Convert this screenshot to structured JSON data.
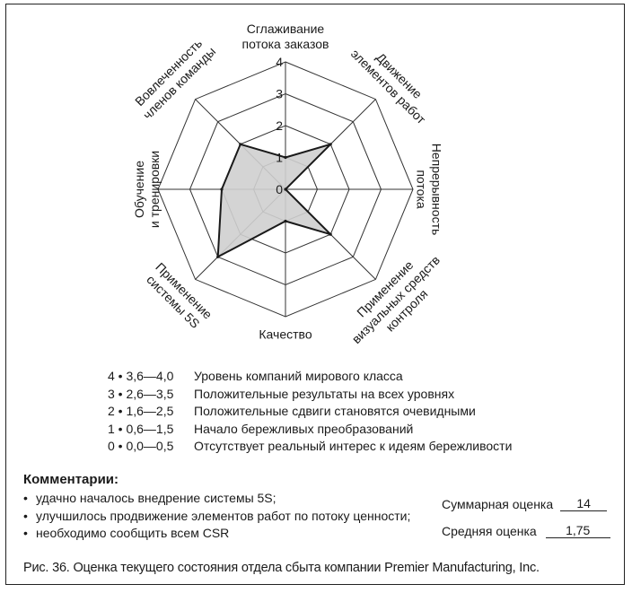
{
  "chart_data": {
    "type": "radar",
    "axes": [
      {
        "label": [
          "Сглаживание",
          "потока заказов"
        ],
        "value": 1
      },
      {
        "label": [
          "Движение",
          "элементов работ"
        ],
        "value": 2
      },
      {
        "label": [
          "Непрерывность",
          "потока"
        ],
        "value": 0
      },
      {
        "label": [
          "Применение",
          "визуальных средств",
          "контроля"
        ],
        "value": 2
      },
      {
        "label": [
          "Качество"
        ],
        "value": 1
      },
      {
        "label": [
          "Применение",
          "системы 5S"
        ],
        "value": 3
      },
      {
        "label": [
          "Обучение",
          "и тренировки"
        ],
        "value": 2
      },
      {
        "label": [
          "Вовлеченность",
          "членов команды"
        ],
        "value": 2
      }
    ],
    "rlim": [
      0,
      4
    ],
    "ticks": [
      "0",
      "1",
      "2",
      "3",
      "4"
    ],
    "grid": true,
    "fill_color": "#cfcfcf",
    "line_color": "#1a1a1a",
    "grid_color": "#333333"
  },
  "scale_legend": [
    {
      "range": "4 • 3,6—4,0",
      "text": "Уровень компаний мирового класса"
    },
    {
      "range": "3 • 2,6—3,5",
      "text": "Положительные результаты на всех уровнях"
    },
    {
      "range": "2 • 1,6—2,5",
      "text": "Положительные сдвиги становятся очевидными"
    },
    {
      "range": "1 • 0,6—1,5",
      "text": "Начало бережливых преобразований"
    },
    {
      "range": "0 • 0,0—0,5",
      "text": "Отсутствует реальный интерес к идеям бережливости"
    }
  ],
  "comments": {
    "title": "Комментарии:",
    "items": [
      "удачно началось внедрение системы 5S;",
      "улучшилось продвижение элементов работ по потоку ценности;",
      "необходимо сообщить всем CSR"
    ]
  },
  "scores": {
    "total_label": "Суммарная оценка",
    "total_value": "14",
    "average_label": "Средняя оценка",
    "average_value": "1,75"
  },
  "caption": "Рис. 36. Оценка текущего состояния отдела сбыта компании Premier Manufacturing, Inc."
}
